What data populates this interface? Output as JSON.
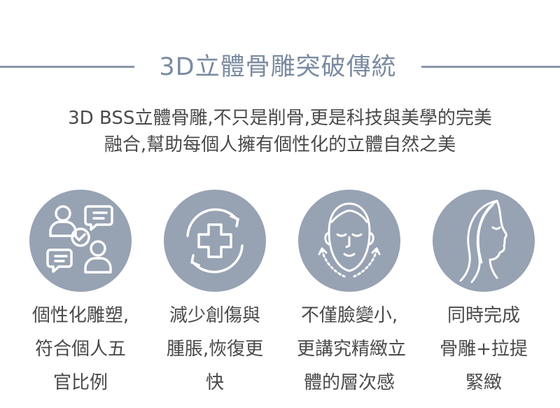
{
  "section_title": "3D立體骨雕突破傳統",
  "intro": {
    "line1": "3D BSS立體骨雕,不只是削骨,更是科技與美學的完美",
    "line2": "融合,幫助每個人擁有個性化的立體自然之美"
  },
  "features": [
    {
      "icon": "people-consult-icon",
      "lines": [
        "個性化雕塑,",
        "符合個人五",
        "官比例"
      ]
    },
    {
      "icon": "medical-cross-cycle-icon",
      "lines": [
        "減少創傷與",
        "腫脹,恢復更",
        "快"
      ]
    },
    {
      "icon": "face-contour-icon",
      "lines": [
        "不僅臉變小,",
        "更講究精緻立",
        "體的層次感"
      ]
    },
    {
      "icon": "woman-profile-icon",
      "lines": [
        "同時完成",
        "骨雕+拉提",
        "緊緻"
      ]
    }
  ],
  "colors": {
    "accent": "#7b8ba1",
    "circle": "#97a2b3",
    "text": "#4a4a4a"
  }
}
